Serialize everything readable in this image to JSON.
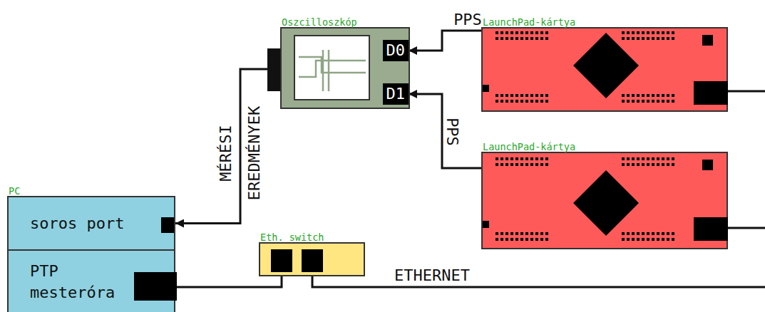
{
  "diagram": {
    "nodes": [
      {
        "text": [
          "Oszcilloszkóp"
        ]
      },
      {
        "text": [
          "D0"
        ],
        "in": 0
      },
      {
        "text": [
          "D1"
        ],
        "in": 0
      },
      {
        "text": [
          "LaunchPad-kártya"
        ]
      },
      {
        "text": [
          "LaunchPad-kártya"
        ]
      },
      {
        "text": [
          "PC"
        ]
      },
      {
        "text": [
          "soros port"
        ],
        "in": 5
      },
      {
        "text": [
          "PTP mesteróra"
        ],
        "in": 5
      },
      {
        "text": [
          "Eth. switch"
        ]
      }
    ],
    "edges": [
      {
        "from": 3,
        "to": 1,
        "arrow": "to",
        "label": "PPS"
      },
      {
        "from": 4,
        "to": 2,
        "arrow": "to",
        "label": "PPS"
      },
      {
        "from": 0,
        "to": 6,
        "arrow": "to",
        "label": "MÉRÉSI EREDMÉNYEK"
      },
      {
        "from": 7,
        "to": 8,
        "arrow": "none"
      }
    ],
    "labels": [
      "ETHERNET"
    ]
  }
}
